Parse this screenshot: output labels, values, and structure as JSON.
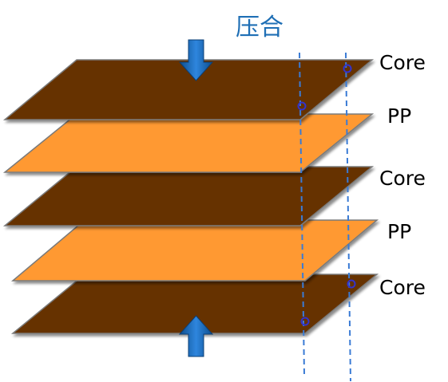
{
  "title": "压合",
  "layers": [
    {
      "type": "core",
      "label": "Core"
    },
    {
      "type": "pp",
      "label": "PP"
    },
    {
      "type": "core",
      "label": "Core"
    },
    {
      "type": "pp",
      "label": "PP"
    },
    {
      "type": "core",
      "label": "Core"
    }
  ],
  "colors": {
    "core": "#663300",
    "pp": "#FF9933",
    "title": "#1F6FB5",
    "arrow": "#1F6FB5",
    "guide_line": "#3A7BD5",
    "via_marker": "#3333CC"
  },
  "pressing_arrows": [
    "arrow-down-icon",
    "arrow-up-icon"
  ],
  "guide_line_style": "dashed"
}
